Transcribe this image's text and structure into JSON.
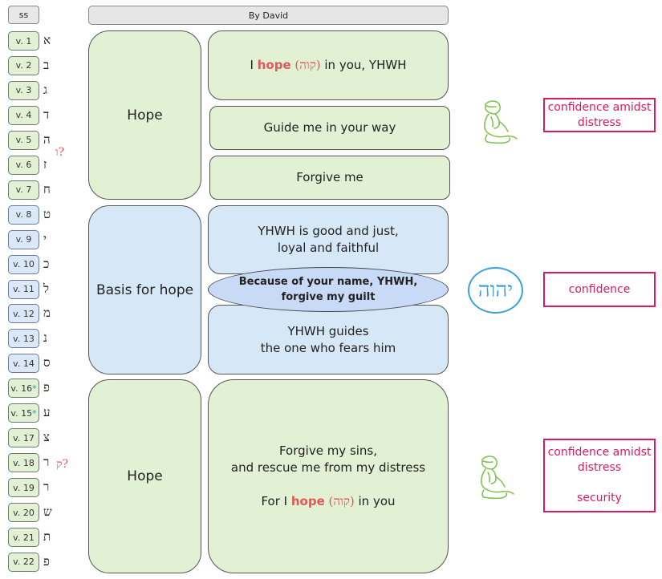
{
  "header": {
    "ss_label": "ss",
    "title": "By David"
  },
  "verses": [
    {
      "label": "v. 1",
      "letter": "א",
      "color": "green",
      "mark": ""
    },
    {
      "label": "v. 2",
      "letter": "ב",
      "color": "green",
      "mark": ""
    },
    {
      "label": "v. 3",
      "letter": "ג",
      "color": "green",
      "mark": ""
    },
    {
      "label": "v. 4",
      "letter": "ד",
      "color": "green",
      "mark": ""
    },
    {
      "label": "v. 5",
      "letter": "ה",
      "color": "green",
      "mark": ""
    },
    {
      "label": "v. 6",
      "letter": "ז",
      "color": "green",
      "mark": ""
    },
    {
      "label": "v. 7",
      "letter": "ח",
      "color": "green",
      "mark": ""
    },
    {
      "label": "v. 8",
      "letter": "ט",
      "color": "blue",
      "mark": ""
    },
    {
      "label": "v. 9",
      "letter": "י",
      "color": "blue",
      "mark": ""
    },
    {
      "label": "v. 10",
      "letter": "כ",
      "color": "blue",
      "mark": ""
    },
    {
      "label": "v. 11",
      "letter": "ל",
      "color": "blue",
      "mark": ""
    },
    {
      "label": "v. 12",
      "letter": "מ",
      "color": "blue",
      "mark": ""
    },
    {
      "label": "v. 13",
      "letter": "נ",
      "color": "blue",
      "mark": ""
    },
    {
      "label": "v. 14",
      "letter": "ס",
      "color": "blue",
      "mark": ""
    },
    {
      "label": "v. 16",
      "letter": "פ",
      "color": "green",
      "mark": "*"
    },
    {
      "label": "v. 15",
      "letter": "ע",
      "color": "green",
      "mark": "*"
    },
    {
      "label": "v. 17",
      "letter": "צ",
      "color": "green",
      "mark": ""
    },
    {
      "label": "v. 18",
      "letter": "ר",
      "color": "green",
      "mark": ""
    },
    {
      "label": "v. 19",
      "letter": "ר",
      "color": "green",
      "mark": ""
    },
    {
      "label": "v. 20",
      "letter": "ש",
      "color": "green",
      "mark": ""
    },
    {
      "label": "v. 21",
      "letter": "ת",
      "color": "green",
      "mark": ""
    },
    {
      "label": "v. 22",
      "letter": "פ",
      "color": "green",
      "mark": ""
    }
  ],
  "question_marks": {
    "q1": "ו?",
    "q2": "ק?"
  },
  "sections": {
    "hope1": "Hope",
    "basis": "Basis for hope",
    "hope2": "Hope"
  },
  "boxes": {
    "b1": {
      "pre": "I ",
      "kw": "hope",
      "heb": " (קוה) ",
      "post": "in you, YHWH"
    },
    "b2": "Guide me in your way",
    "b3": "Forgive me",
    "b4_l1": "YHWH is good and just,",
    "b4_l2": "loyal and faithful",
    "oval_l1": "Because of your name, YHWH,",
    "oval_l2": "forgive my guilt",
    "b5_l1": "YHWH guides",
    "b5_l2": "the one who fears him",
    "b6_l1": "Forgive my sins,",
    "b6_l2": "and rescue me from my distress",
    "b6_pre": "For I ",
    "b6_kw": "hope",
    "b6_heb": " (קוה) ",
    "b6_post": "in you"
  },
  "yhwh_seal": "יהוה",
  "tags": {
    "t1_l1": "confidence amidst",
    "t1_l2": "distress",
    "t2": "confidence",
    "t3_l1": "confidence amidst",
    "t3_l2": "distress",
    "t3_l3": "security"
  },
  "colors": {
    "green_fill": "#e2f0d4",
    "blue_fill": "#d6e7f8",
    "oval_fill": "#c8daf6",
    "accent_red": "#e05858",
    "tag_magenta": "#d81b60"
  },
  "icons": {
    "figure": "kneeling-praying-figure-icon"
  }
}
